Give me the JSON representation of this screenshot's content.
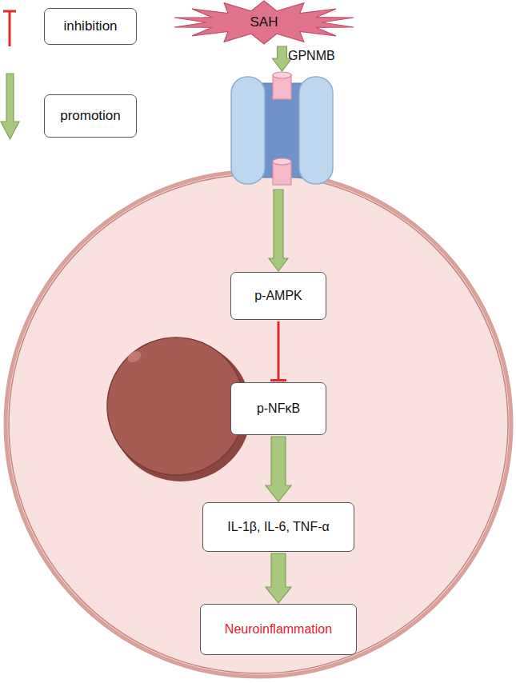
{
  "diagram": {
    "nodes": [
      {
        "text": [
          "SAH"
        ]
      },
      {
        "text": [
          "GPNMB"
        ]
      },
      {
        "text": [
          "p-AMPK"
        ]
      },
      {
        "text": [
          "p-NFκB"
        ]
      },
      {
        "text": [
          "IL-1β, IL-6, TNF-α"
        ]
      },
      {
        "text": [
          "Neuroinflammation"
        ]
      }
    ],
    "edges": [
      {
        "from": 0,
        "to": 1,
        "arrow": "to"
      },
      {
        "from": 1,
        "to": 2,
        "arrow": "to"
      },
      {
        "from": 2,
        "to": 3,
        "arrow": "to"
      },
      {
        "from": 3,
        "to": 4,
        "arrow": "to"
      },
      {
        "from": 4,
        "to": 5,
        "arrow": "to"
      }
    ],
    "legend": [
      {
        "text": "inhibition"
      },
      {
        "text": "promotion"
      }
    ]
  }
}
